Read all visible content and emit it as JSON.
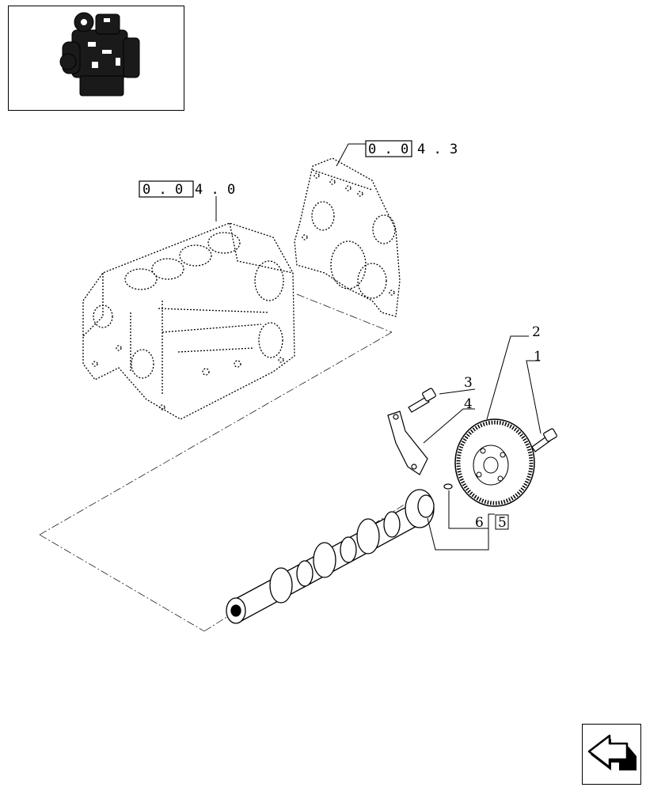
{
  "thumbnail": {
    "icon": "engine-thumbnail-icon"
  },
  "references": {
    "block_ref": {
      "boxed": "0 . 0",
      "suffix": "4 . 0"
    },
    "cover_ref": {
      "boxed": "0 . 0",
      "suffix": "4 . 3"
    }
  },
  "callouts": {
    "c1": "1",
    "c2": "2",
    "c3": "3",
    "c4": "4",
    "c6": "6",
    "c5_boxed": "5"
  },
  "navigation": {
    "icon": "next-page-arrow-icon"
  }
}
